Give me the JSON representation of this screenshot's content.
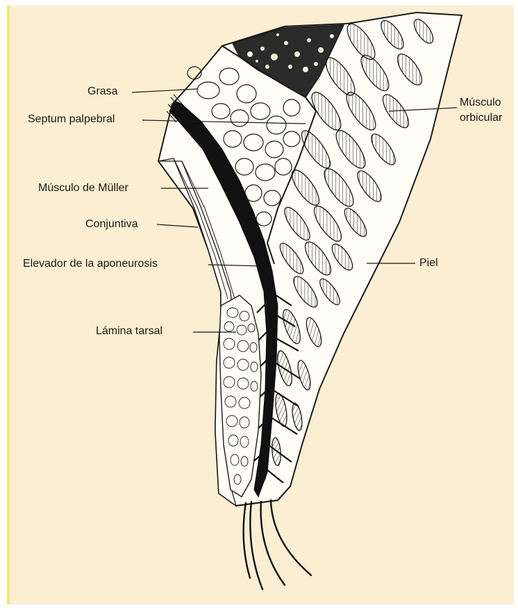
{
  "colors": {
    "background": "#fbeed2",
    "border_left": "#f1ea6a",
    "ink": "#1a1a1a",
    "tissue_fill": "#fffdf6",
    "dark_tissue": "#111111"
  },
  "labels": {
    "grasa": "Grasa",
    "septum": "Septum palpebral",
    "muller": "Músculo de Müller",
    "conjuntiva": "Conjuntiva",
    "elevador": "Elevador de la aponeurosis",
    "lamina": "Lámina tarsal",
    "musculo_orbicular_line1": "Músculo",
    "musculo_orbicular_line2": "orbicular",
    "piel": "Piel"
  }
}
